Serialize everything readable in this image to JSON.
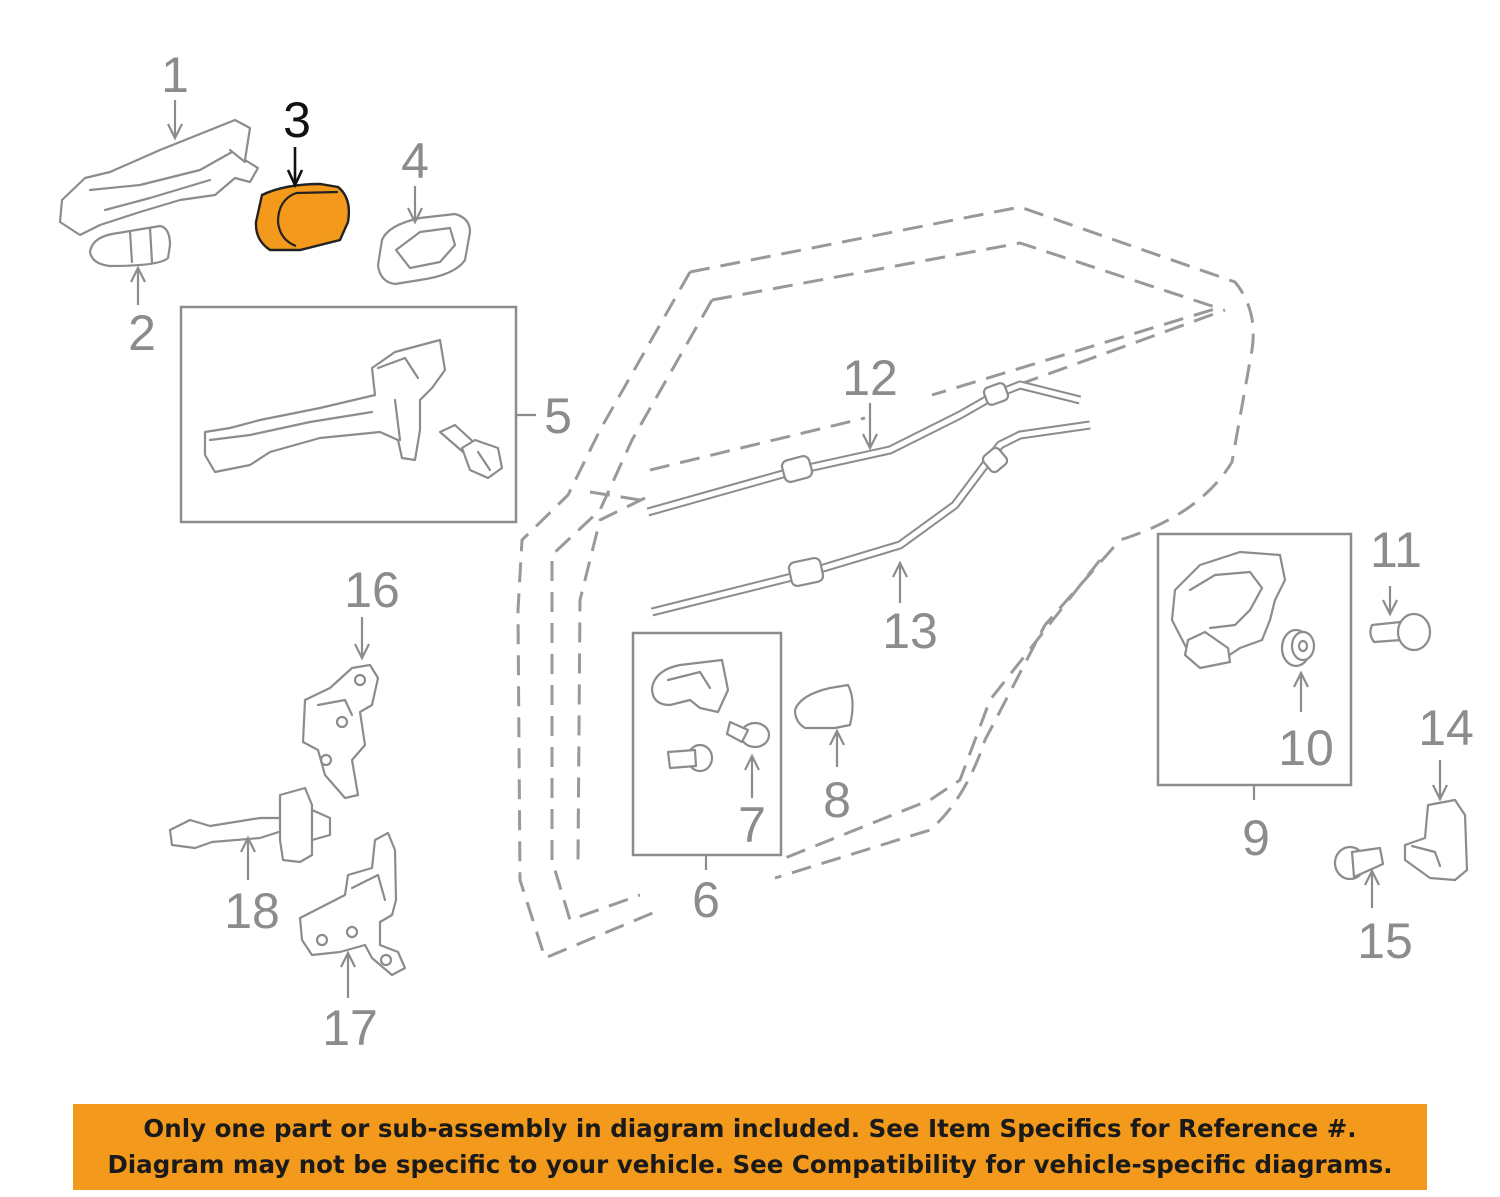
{
  "diagram": {
    "callouts": [
      {
        "id": "1",
        "label": "1"
      },
      {
        "id": "2",
        "label": "2"
      },
      {
        "id": "3",
        "label": "3",
        "highlighted": true
      },
      {
        "id": "4",
        "label": "4"
      },
      {
        "id": "5",
        "label": "5"
      },
      {
        "id": "6",
        "label": "6"
      },
      {
        "id": "7",
        "label": "7"
      },
      {
        "id": "8",
        "label": "8"
      },
      {
        "id": "9",
        "label": "9"
      },
      {
        "id": "10",
        "label": "10"
      },
      {
        "id": "11",
        "label": "11"
      },
      {
        "id": "12",
        "label": "12"
      },
      {
        "id": "13",
        "label": "13"
      },
      {
        "id": "14",
        "label": "14"
      },
      {
        "id": "15",
        "label": "15"
      },
      {
        "id": "16",
        "label": "16"
      },
      {
        "id": "17",
        "label": "17"
      },
      {
        "id": "18",
        "label": "18"
      }
    ],
    "colors": {
      "highlight": "#f39a1c",
      "part_outline": "#8c8c8c",
      "door_outline_dashed": "#999999",
      "highlight_outline": "#222222",
      "banner_background": "#f39a1c",
      "banner_text": "#1a1a1a"
    }
  },
  "disclaimer": {
    "line1": "Only one part or sub-assembly in diagram included. See Item Specifics for Reference #.",
    "line2": "Diagram may not be specific to your vehicle. See Compatibility for vehicle-specific diagrams."
  }
}
